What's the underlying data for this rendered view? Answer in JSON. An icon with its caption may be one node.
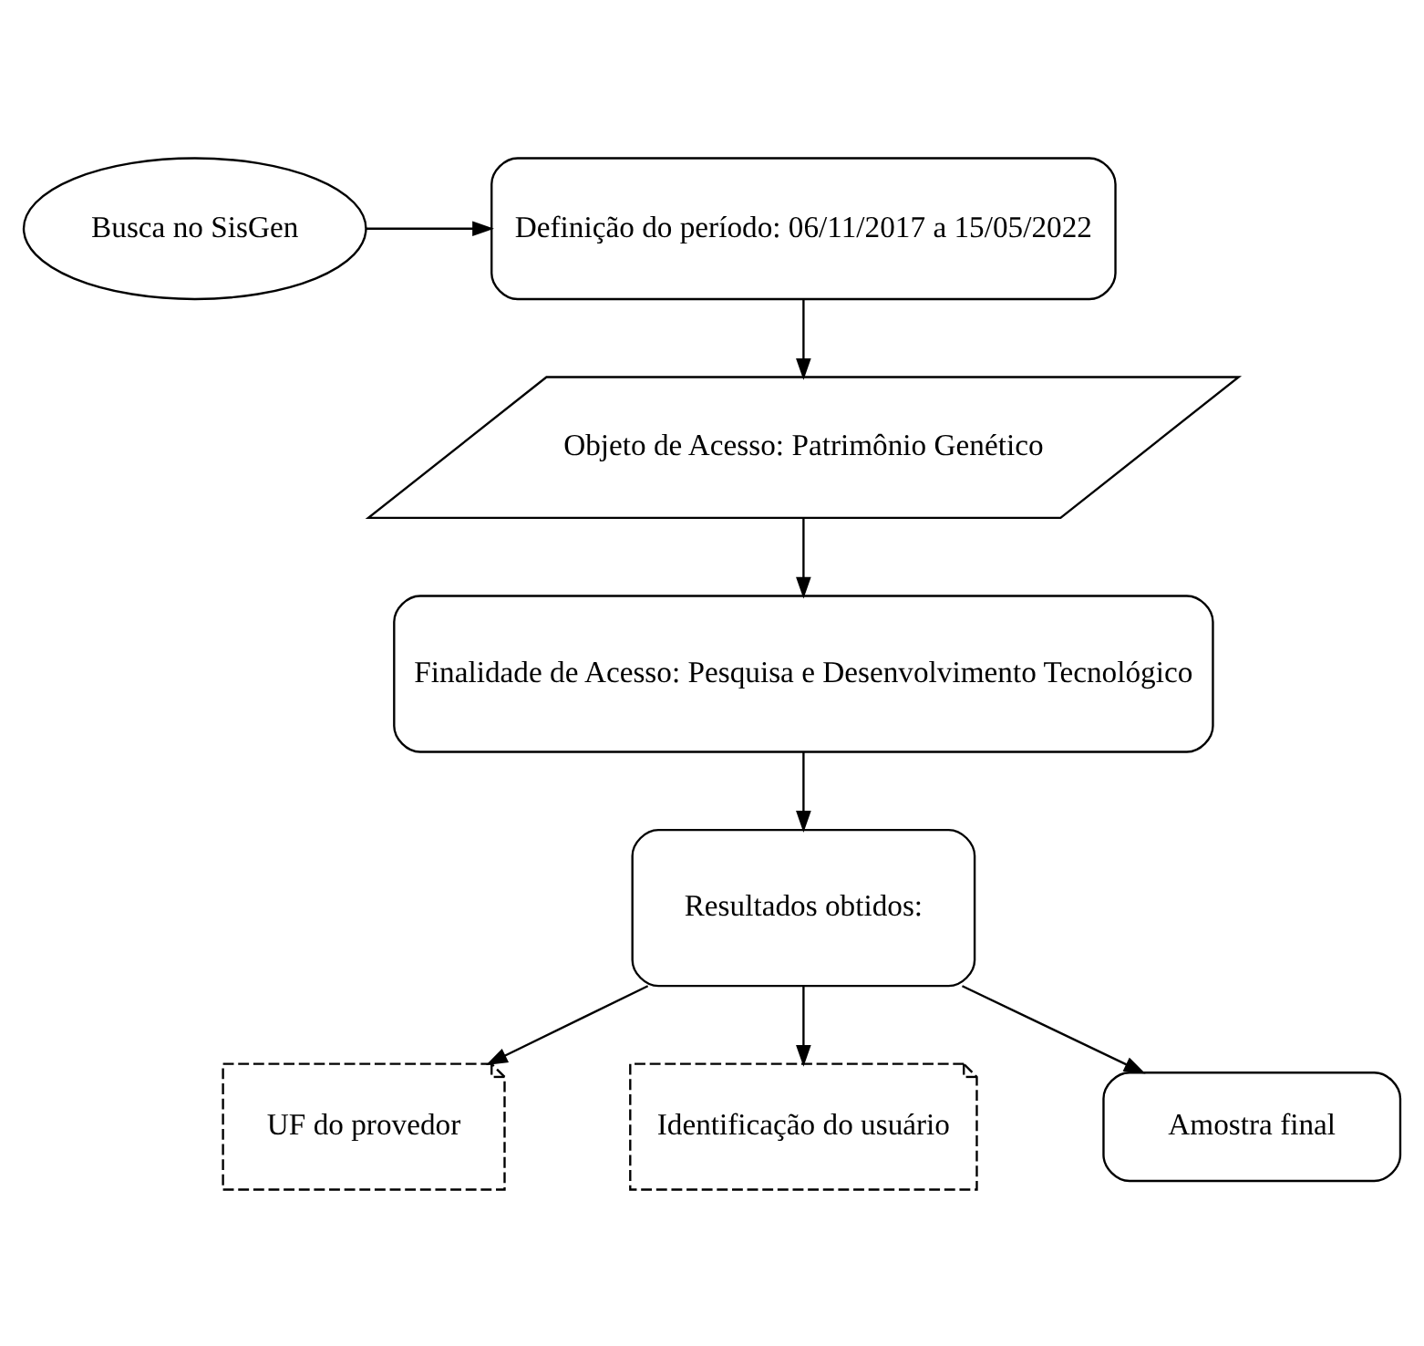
{
  "diagram": {
    "nodes": [
      {
        "text": [
          "Busca no SisGen"
        ]
      },
      {
        "text": [
          "Definição do período: 06/11/2017 a 15/05/2022"
        ]
      },
      {
        "text": [
          "Objeto de Acesso: Patrimônio Genético"
        ]
      },
      {
        "text": [
          "Finalidade de Acesso: Pesquisa e Desenvolvimento Tecnológico"
        ]
      },
      {
        "text": [
          "Resultados obtidos:"
        ]
      },
      {
        "text": [
          "UF do provedor"
        ]
      },
      {
        "text": [
          "Identificação do usuário"
        ]
      },
      {
        "text": [
          "Amostra final"
        ]
      }
    ],
    "edges": [
      {
        "from": 0,
        "to": 1,
        "arrow": "to"
      },
      {
        "from": 1,
        "to": 2,
        "arrow": "to"
      },
      {
        "from": 2,
        "to": 3,
        "arrow": "to"
      },
      {
        "from": 3,
        "to": 4,
        "arrow": "to"
      },
      {
        "from": 4,
        "to": 5,
        "arrow": "to"
      },
      {
        "from": 4,
        "to": 6,
        "arrow": "to"
      },
      {
        "from": 4,
        "to": 7,
        "arrow": "to"
      }
    ]
  }
}
